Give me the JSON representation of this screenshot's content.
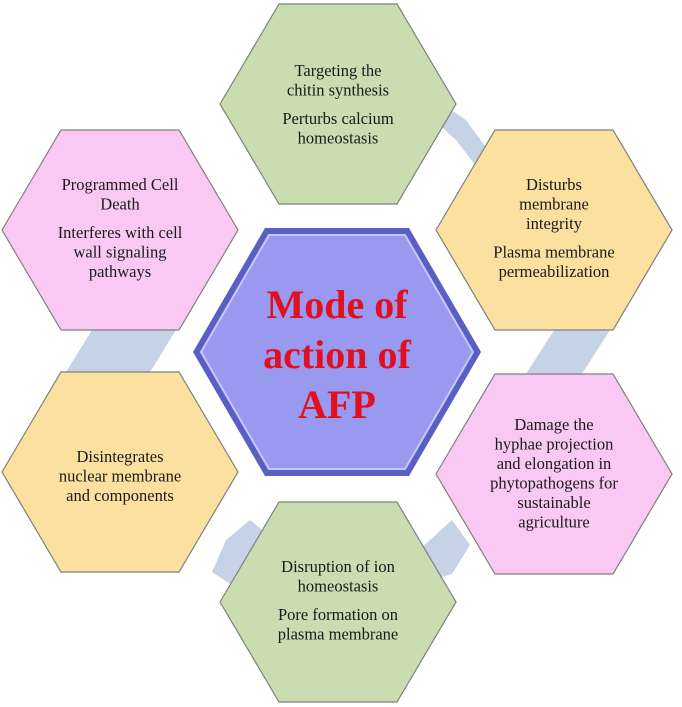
{
  "center": {
    "lines": [
      "Mode of",
      "action of",
      "AFP"
    ],
    "fill": "#9999f0",
    "text_color": "#e01020"
  },
  "hexagons": [
    {
      "id": "top",
      "fill": "#c9ddb0",
      "lines": [
        "Targeting the",
        "chitin synthesis",
        "",
        "Perturbs calcium",
        "homeostasis"
      ]
    },
    {
      "id": "upper-right",
      "fill": "#fbe0a0",
      "lines": [
        "Disturbs",
        "membrane",
        "integrity",
        "",
        "Plasma membrane",
        "permeabilization"
      ]
    },
    {
      "id": "lower-right",
      "fill": "#f9c9f3",
      "lines": [
        "Damage the",
        "hyphae projection",
        "and elongation in",
        "phytopathogens for",
        "sustainable",
        "agriculture"
      ]
    },
    {
      "id": "bottom",
      "fill": "#c9ddb0",
      "lines": [
        "Disruption of ion",
        "homeostasis",
        "",
        "Pore formation on",
        "plasma membrane"
      ]
    },
    {
      "id": "lower-left",
      "fill": "#fbe0a0",
      "lines": [
        "Disintegrates",
        "nuclear membrane",
        "and components"
      ]
    },
    {
      "id": "upper-left",
      "fill": "#f9c9f3",
      "lines": [
        "Programmed Cell",
        "Death",
        "",
        "Interferes with cell",
        "wall signaling",
        "pathways"
      ]
    }
  ],
  "colors": {
    "connector": "#c6d3e6",
    "outline": "#7f7f7f"
  }
}
